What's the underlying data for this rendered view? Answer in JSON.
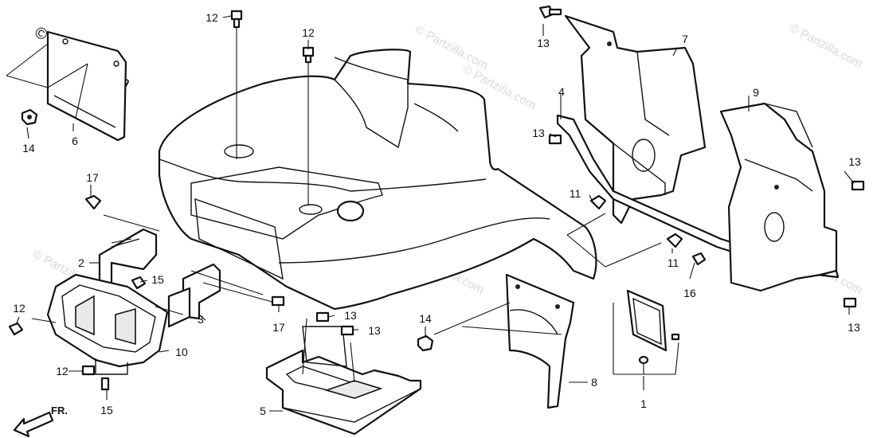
{
  "copyright": "© Partzilla.com",
  "watermark": "© Partzilla.com",
  "direction_label": "FR.",
  "callouts": {
    "c1": "1",
    "c2": "2",
    "c3": "3",
    "c4": "4",
    "c5": "5",
    "c6": "6",
    "c7": "7",
    "c8": "8",
    "c9": "9",
    "c10": "10",
    "c11a": "11",
    "c11b": "11",
    "c12a": "12",
    "c12b": "12",
    "c12c": "12",
    "c12d": "12",
    "c13a": "13",
    "c13b": "13",
    "c13c": "13",
    "c13d": "13",
    "c13e": "13",
    "c13f": "13",
    "c14a": "14",
    "c14b": "14",
    "c15a": "15",
    "c15b": "15",
    "c16": "16",
    "c17a": "17",
    "c17b": "17"
  }
}
